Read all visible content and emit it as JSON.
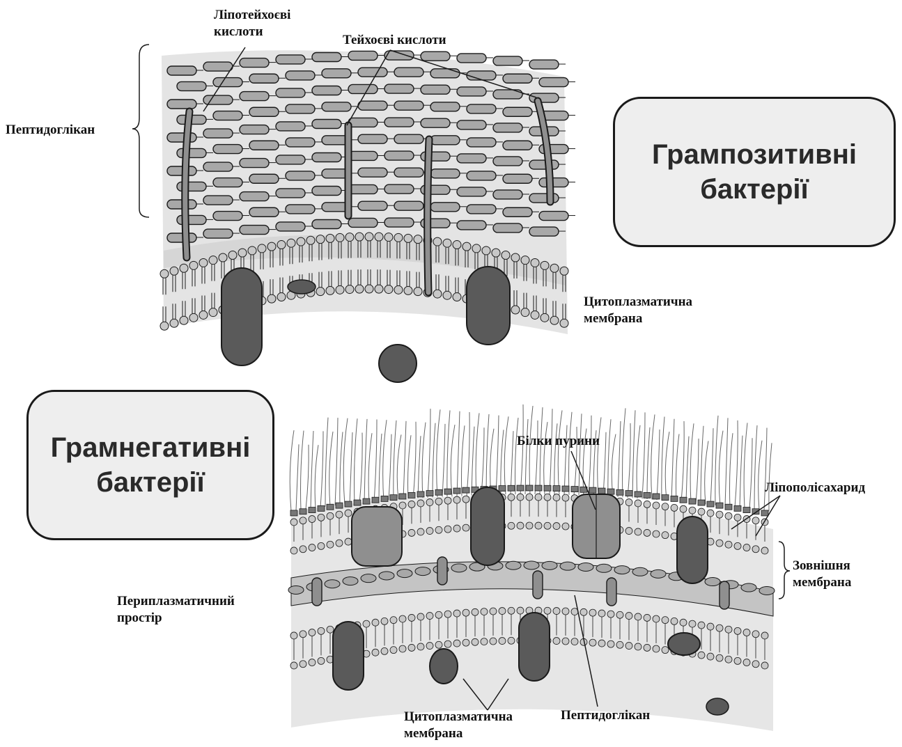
{
  "gram_positive": {
    "title": "Грампозитивні\nбактерії",
    "labels": {
      "lipoteichoic_line1": "Ліпотейхоєві",
      "lipoteichoic_line2": "кислоти",
      "teichoic": "Тейхоєві кислоти",
      "peptidoglycan": "Пептидоглікан",
      "cytoplasmic_line1": "Цитоплазматична",
      "cytoplasmic_line2": "мембрана"
    }
  },
  "gram_negative": {
    "title": "Грамнегативні\nбактерії",
    "labels": {
      "porins": "Білки пурини",
      "lps": "Ліпополісахарид",
      "outer_line1": "Зовнішня",
      "outer_line2": "мембрана",
      "periplasm_line1": "Периплазматичний",
      "periplasm_line2": "простір",
      "cytoplasmic_line1": "Цитоплазматична",
      "cytoplasmic_line2": "мембрана",
      "peptidoglycan": "Пептидоглікан"
    }
  },
  "colors": {
    "protein": "#5a5a5a",
    "protein_light": "#8f8f8f",
    "lipid_head": "#c8c8c8",
    "peptidoglycan": "#a8a8a8",
    "background_band": "#d6d6d6",
    "outline": "#1a1a1a"
  }
}
